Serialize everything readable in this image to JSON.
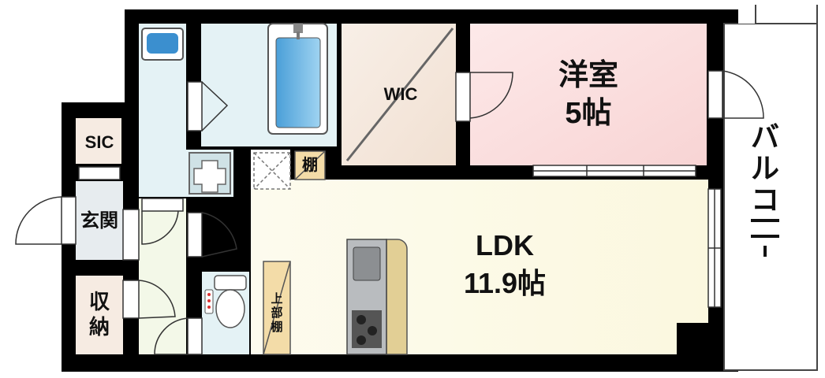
{
  "rooms": {
    "western": {
      "name": "洋室",
      "size": "5帖"
    },
    "ldk": {
      "name": "LDK",
      "size": "11.9帖"
    },
    "wic": {
      "name": "WIC"
    },
    "sic": {
      "name": "SIC"
    },
    "entrance": {
      "name": "玄関"
    },
    "storage": {
      "name": "収納"
    },
    "shelf": {
      "name": "棚"
    },
    "upper_shelf": {
      "lines": [
        "上",
        "部",
        "棚"
      ]
    },
    "balcony": {
      "lines": [
        "バ",
        "ル",
        "コ",
        "ニ",
        "ー"
      ]
    }
  },
  "colors": {
    "wall": "#000000",
    "western_room": "#fbe3e3",
    "ldk": "#fdfbe9",
    "wic": "#f6ebe2",
    "bath": "#e4f2f5",
    "entrance": "#e7ecef",
    "storage": "#f6ebe2",
    "hall": "#f3f8e8",
    "shelf": "#f3dca8",
    "kitchen_counter": "#e2cf95",
    "balcony": "#ffffff"
  }
}
